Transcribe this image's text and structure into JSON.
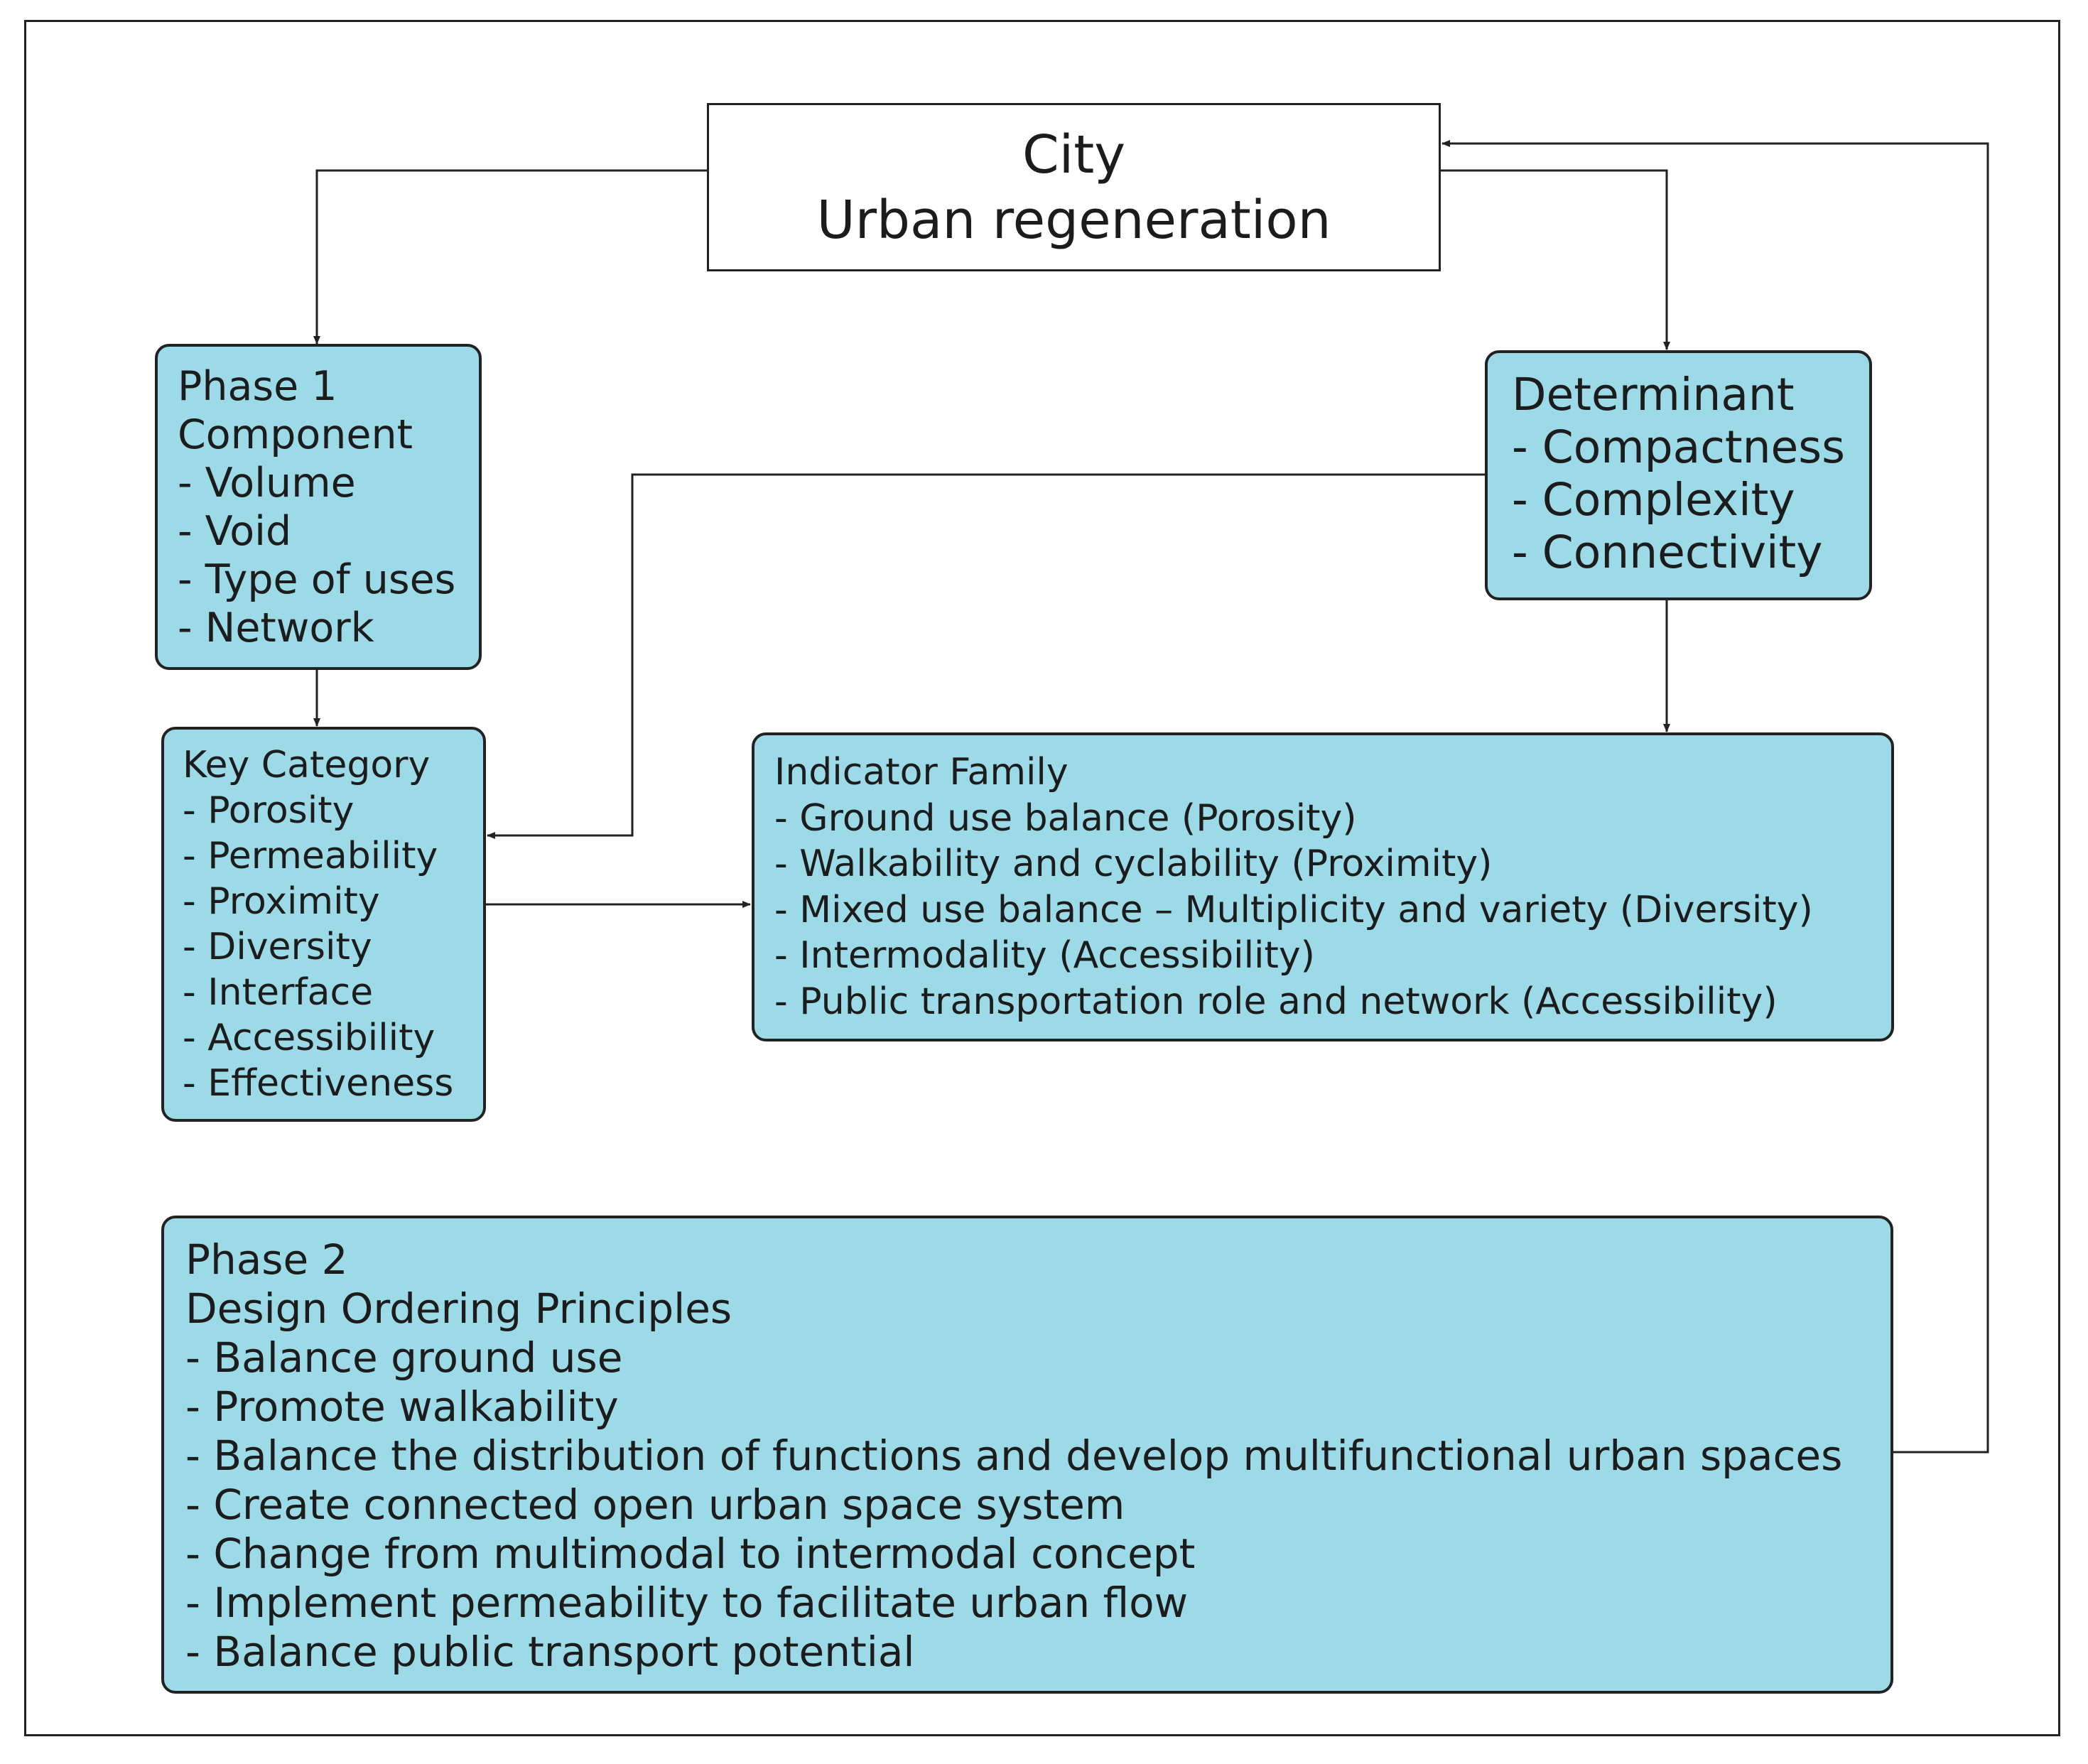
{
  "city": {
    "line1": "City",
    "line2": "Urban regeneration"
  },
  "phase1": {
    "lines": [
      "Phase 1",
      "Component",
      "- Volume",
      "- Void",
      "- Type of uses",
      "- Network"
    ]
  },
  "determinant": {
    "lines": [
      "Determinant",
      "- Compactness",
      "- Complexity",
      "- Connectivity"
    ]
  },
  "key_category": {
    "lines": [
      "Key Category",
      "- Porosity",
      "- Permeability",
      "- Proximity",
      "- Diversity",
      "- Interface",
      "- Accessibility",
      "- Effectiveness"
    ]
  },
  "indicator_family": {
    "lines": [
      "Indicator Family",
      "- Ground use balance (Porosity)",
      "- Walkability and cyclability (Proximity)",
      "- Mixed use balance – Multiplicity and variety (Diversity)",
      "- Intermodality (Accessibility)",
      "- Public transportation role and network (Accessibility)"
    ]
  },
  "phase2": {
    "lines": [
      "Phase 2",
      "Design Ordering Principles",
      "- Balance ground use",
      "- Promote walkability",
      "- Balance the distribution of functions and develop multifunctional urban spaces",
      "- Create connected open urban space system",
      "- Change from multimodal to intermodal concept",
      "- Implement permeability to facilitate urban flow",
      "- Balance public transport potential"
    ]
  },
  "colors": {
    "box_fill": "#9bdae6",
    "stroke": "#222222"
  }
}
